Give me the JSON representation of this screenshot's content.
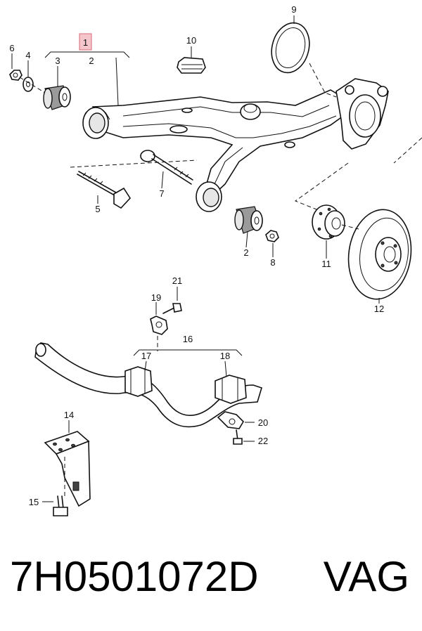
{
  "callouts": [
    "1",
    "2",
    "3",
    "4",
    "5",
    "6",
    "7",
    "2",
    "8",
    "9",
    "10",
    "11",
    "12",
    "14",
    "15",
    "16",
    "17",
    "18",
    "19",
    "20",
    "21",
    "22"
  ],
  "footer": {
    "part_number": "7H0501072D",
    "brand": "VAG"
  },
  "colors": {
    "highlight_box": "#e8a0a8",
    "line": "#111111"
  }
}
